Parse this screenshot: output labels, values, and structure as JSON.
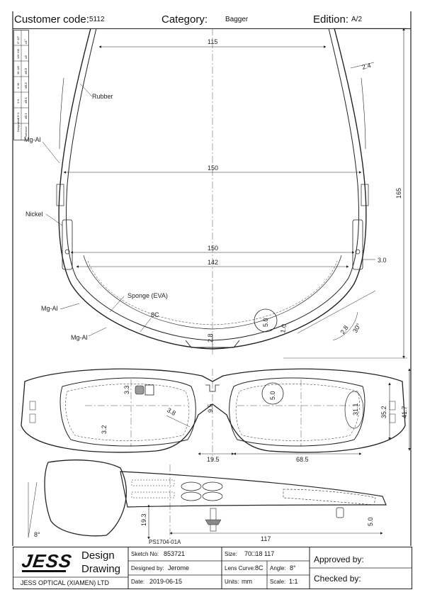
{
  "header": {
    "customer_code_label": "Customer code:",
    "customer_code": "5112",
    "category_label": "Category:",
    "category": "Bagger",
    "edition_label": "Edition:",
    "edition": "A/2"
  },
  "tolerance_table": {
    "designation_label": "Designation",
    "tolerance_label": "Tolerance",
    "rows": [
      {
        "designation": "0.5~3",
        "tolerance": "±0.1"
      },
      {
        "designation": "3~6",
        "tolerance": "±0.1"
      },
      {
        "designation": "6~30",
        "tolerance": "±0.2"
      },
      {
        "designation": "30~120",
        "tolerance": "±0.3"
      },
      {
        "designation": "120~315",
        "tolerance": "±2"
      },
      {
        "designation": "0°~15°",
        "tolerance": "±1°"
      }
    ]
  },
  "top_view": {
    "dims": {
      "temple_inner_width": "115",
      "temple_thickness": "2.4",
      "hinge_width": "150",
      "total_length": "165",
      "front_width": "150",
      "lens_width": "142",
      "hinge_offset": "3.0",
      "circle_a": "5.0",
      "dim_1_0": "1.0",
      "dim_2_8": "2.8",
      "wrap_angle": "30°",
      "bridge_thickness": "2.8"
    },
    "callouts": {
      "rubber": "Rubber",
      "mg_al_1": "Mg-Al",
      "nickel": "Nickel",
      "sponge": "Sponge (EVA)",
      "mg_al_2": "Mg-Al",
      "eight_c": "8C",
      "mg_al_3": "Mg-Al"
    }
  },
  "front_view": {
    "dims": {
      "groove_depth": "3.3",
      "nose_pad_gap": "3.8",
      "bridge_height": "9.5",
      "circle_b": "5.0",
      "lens_depth": "31.1",
      "lens_height": "35.2",
      "total_height": "41.7",
      "bottom_rim": "3.2",
      "bridge_width": "19.5",
      "lens_span": "68.5"
    }
  },
  "side_view": {
    "dims": {
      "temple_height": "19.3",
      "temple_length": "117",
      "tip_thickness": "5.0",
      "pantoscopic_angle": "8°"
    }
  },
  "title_block": {
    "part_number": "PS1704-01A",
    "brand": "JESS",
    "title_line1": "Design",
    "title_line2": "Drawing",
    "company": "JESS OPTICAL (XIAMEN)  LTD",
    "sketch_no_label": "Sketch No:",
    "sketch_no": "853721",
    "designed_by_label": "Designed by:",
    "designed_by": "Jerome",
    "date_label": "Date:",
    "date": "2019-06-15",
    "size_label": "Size:",
    "size": "70□18 117",
    "lens_curve_label": "Lens Curve:",
    "lens_curve": "8C",
    "angle_label": "Angle:",
    "angle": "8°",
    "units_label": "Units:",
    "units": "mm",
    "scale_label": "Scale:",
    "scale": "1:1",
    "approved_label": "Approved by:",
    "checked_label": "Checked by:"
  }
}
